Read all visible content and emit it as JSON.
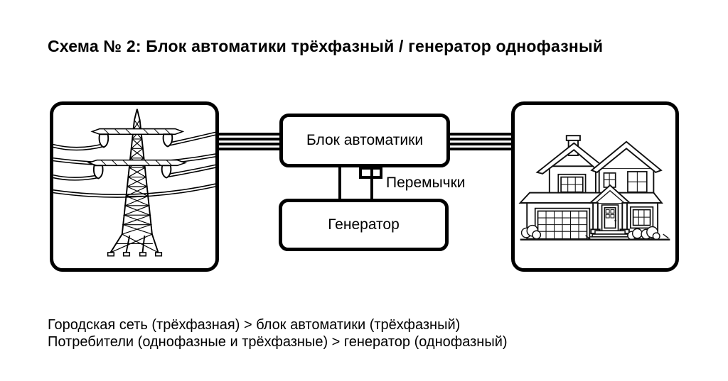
{
  "title": "Схема № 2: Блок автоматики трёхфазный / генератор однофазный",
  "diagram": {
    "labels": {
      "automation_block": "Блок автоматики",
      "generator": "Генератор",
      "jumpers": "Перемычки"
    },
    "icons": {
      "left": "power-line-tower",
      "right": "house"
    },
    "connections": {
      "phase_lines_per_side": 4,
      "jumper_lines": 2
    }
  },
  "notes": {
    "line1": "Городская сеть (трёхфазная) > блок автоматики (трёхфазный)",
    "line2": "Потребители (однофазные и трёхфазные) > генератор (однофазный)"
  },
  "colors": {
    "ink": "#000000",
    "background": "#ffffff"
  }
}
